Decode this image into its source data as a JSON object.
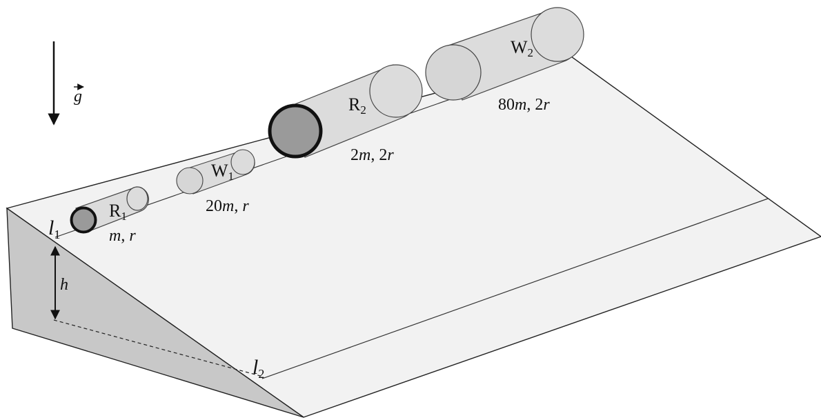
{
  "gravity": {
    "label": "g"
  },
  "lines": {
    "start_label": "l",
    "start_sub": "1",
    "end_label": "l",
    "end_sub": "2"
  },
  "height": {
    "label": "h"
  },
  "cylinders": [
    {
      "name": "R",
      "sub": "1",
      "mass_value": "",
      "mass_var": "m",
      "radius_value": "",
      "radius_var": "r",
      "kind": "ring"
    },
    {
      "name": "W",
      "sub": "1",
      "mass_value": "20",
      "mass_var": "m",
      "radius_value": "",
      "radius_var": "r",
      "kind": "solid"
    },
    {
      "name": "R",
      "sub": "2",
      "mass_value": "2",
      "mass_var": "m",
      "radius_value": "2",
      "radius_var": "r",
      "kind": "ring"
    },
    {
      "name": "W",
      "sub": "2",
      "mass_value": "80",
      "mass_var": "m",
      "radius_value": "2",
      "radius_var": "r",
      "kind": "solid"
    }
  ]
}
